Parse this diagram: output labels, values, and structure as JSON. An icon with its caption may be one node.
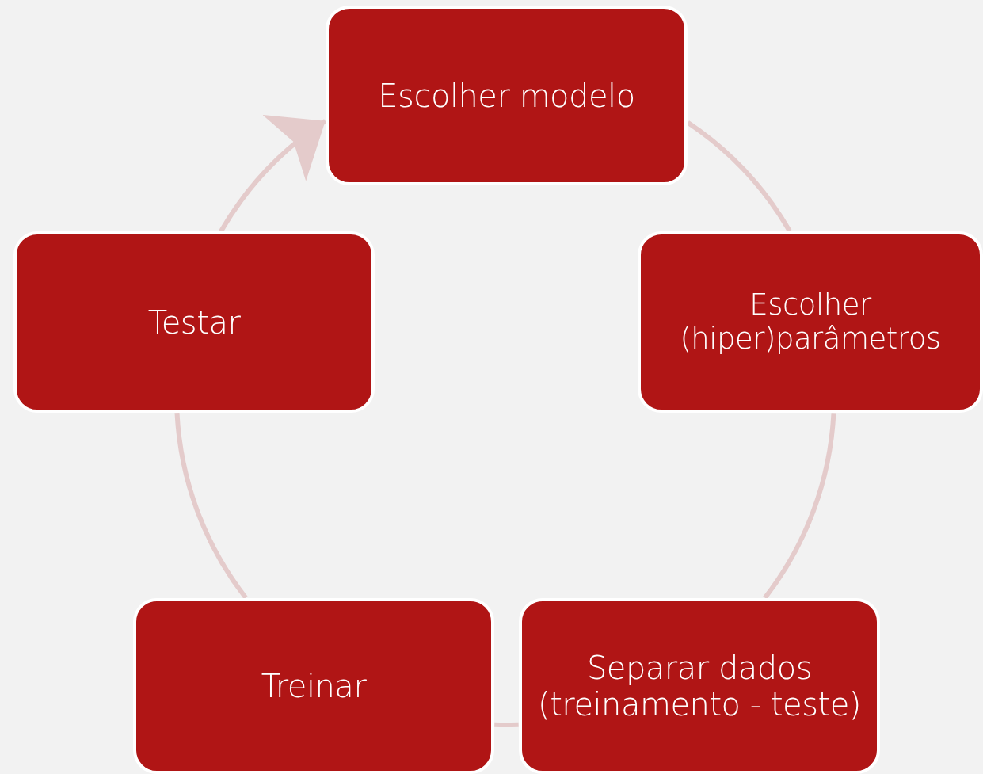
{
  "diagram": {
    "nodes": [
      {
        "text": [
          "Escolher modelo"
        ]
      },
      {
        "text": [
          "Escolher (hiper)parâmetros"
        ]
      },
      {
        "text": [
          "Separar dados (treinamento - teste)"
        ]
      },
      {
        "text": [
          "Treinar"
        ]
      },
      {
        "text": [
          "Testar"
        ]
      }
    ],
    "edges": [
      {
        "from": 0,
        "to": 1,
        "arrow": "none"
      },
      {
        "from": 1,
        "to": 2,
        "arrow": "none"
      },
      {
        "from": 2,
        "to": 3,
        "arrow": "none"
      },
      {
        "from": 3,
        "to": 4,
        "arrow": "none"
      },
      {
        "from": 4,
        "to": 0,
        "arrow": "to"
      }
    ]
  }
}
